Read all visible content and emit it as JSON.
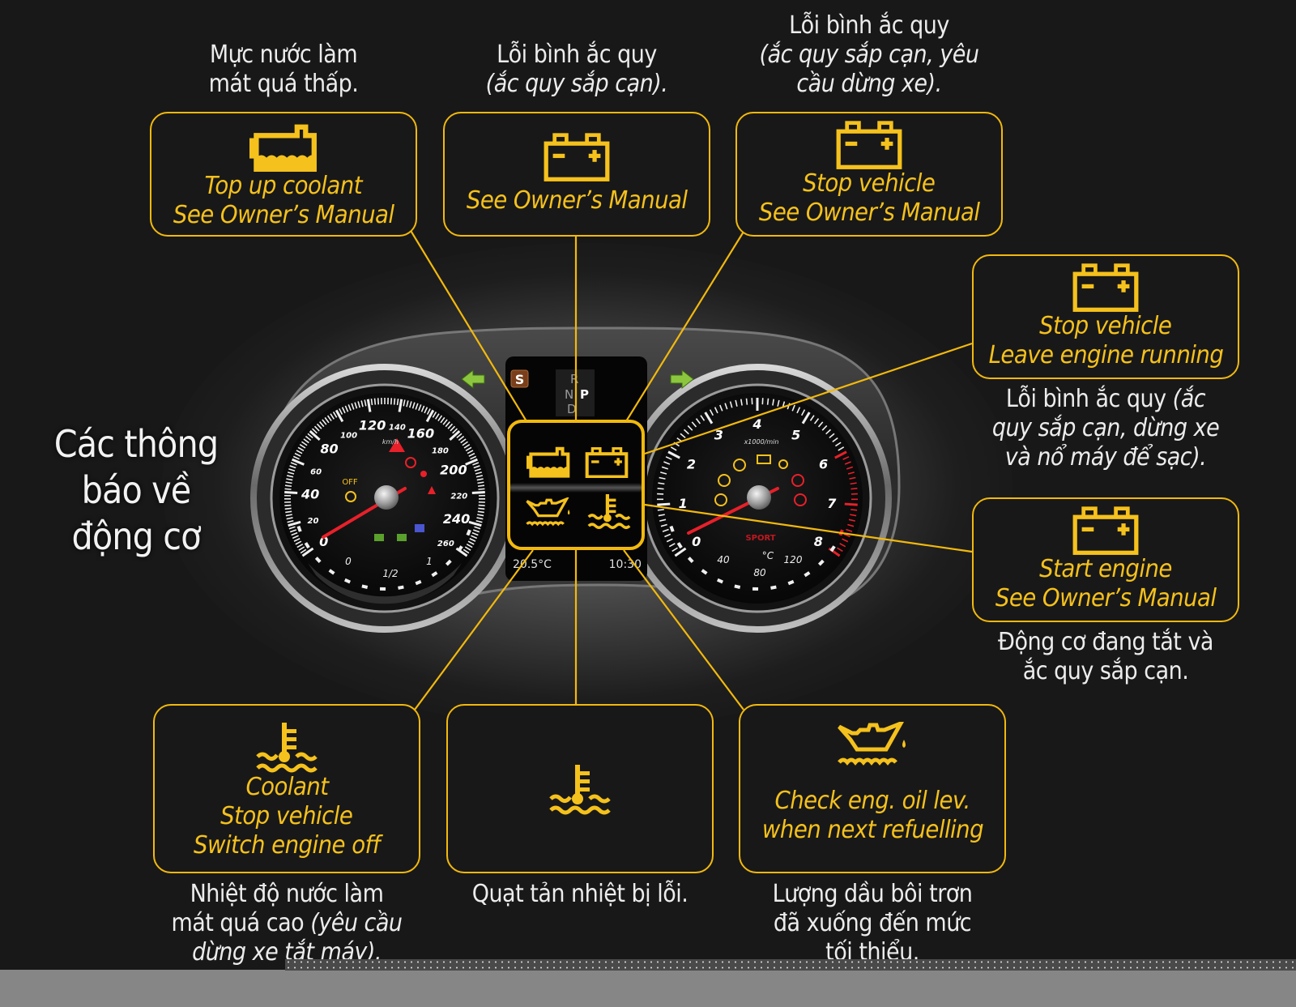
{
  "title": {
    "lines": [
      "Các thông",
      "báo về",
      "động cơ"
    ]
  },
  "colors": {
    "accent": "#f2b90d",
    "background": "#181818",
    "caption": "#ececec",
    "warning_red": "#e8202a",
    "indicator_green": "#8cc63f"
  },
  "callouts": [
    {
      "id": "top-up-coolant",
      "icon": "coolant-level-icon",
      "message": [
        "Top up coolant",
        "See Owner’s Manual"
      ],
      "caption": [
        {
          "text": "Mực nước làm",
          "italic": false
        },
        {
          "text": "mát quá thấp.",
          "italic": false
        }
      ]
    },
    {
      "id": "battery-see-manual",
      "icon": "battery-icon",
      "message": [
        "See Owner’s Manual"
      ],
      "caption": [
        {
          "text": "Lỗi bình ắc quy",
          "italic": false
        },
        {
          "text": "(ắc quy sắp cạn).",
          "italic": true
        }
      ]
    },
    {
      "id": "battery-stop-vehicle",
      "icon": "battery-icon",
      "message": [
        "Stop vehicle",
        "See Owner’s Manual"
      ],
      "caption": [
        {
          "text": "Lỗi bình ắc quy",
          "italic": false
        },
        {
          "text": "(ắc quy sắp cạn, yêu",
          "italic": true
        },
        {
          "text": "cầu dừng xe).",
          "italic": true
        }
      ]
    },
    {
      "id": "battery-leave-engine-running",
      "icon": "battery-icon",
      "message": [
        "Stop vehicle",
        "Leave engine running"
      ],
      "caption_parts": [
        {
          "regular": "Lỗi bình ắc quy ",
          "italic": "(ắc"
        },
        {
          "regular": "",
          "italic": "quy sắp cạn, dừng xe"
        },
        {
          "regular": "",
          "italic": "và nổ máy để sạc)."
        }
      ]
    },
    {
      "id": "battery-start-engine",
      "icon": "battery-icon",
      "message": [
        "Start engine",
        "See Owner’s Manual"
      ],
      "caption": [
        {
          "text": "Động cơ đang tắt và",
          "italic": false
        },
        {
          "text": "ắc quy sắp cạn.",
          "italic": false
        }
      ]
    },
    {
      "id": "coolant-switch-engine-off",
      "icon": "coolant-temperature-icon",
      "message": [
        "Coolant",
        "Stop vehicle",
        "Switch engine off"
      ],
      "caption_parts": [
        {
          "regular": "Nhiệt độ nước làm",
          "italic": ""
        },
        {
          "regular": "mát quá cao ",
          "italic": "(yêu cầu"
        },
        {
          "regular": "",
          "italic": "dừng xe tắt máy)."
        }
      ]
    },
    {
      "id": "radiator-fan-fault",
      "icon": "coolant-temperature-icon",
      "message": [],
      "caption": [
        {
          "text": "Quạt tản nhiệt bị lỗi.",
          "italic": false
        }
      ]
    },
    {
      "id": "check-engine-oil",
      "icon": "oil-can-icon",
      "message": [
        "Check eng. oil lev.",
        "when next refuelling"
      ],
      "caption": [
        {
          "text": "Lượng dầu bôi trơn",
          "italic": false
        },
        {
          "text": "đã xuống đến mức",
          "italic": false
        },
        {
          "text": "tối thiểu.",
          "italic": false
        }
      ]
    }
  ],
  "cluster": {
    "speedometer": {
      "unit": "km/h",
      "major_labels": [
        "0",
        "20",
        "40",
        "60",
        "80",
        "100",
        "120",
        "140",
        "160",
        "180",
        "200",
        "220",
        "240",
        "260"
      ],
      "fuel_labels": [
        "0",
        "1/2",
        "1"
      ],
      "warning_off_label": "OFF"
    },
    "tachometer": {
      "unit": "x1000/min",
      "major_labels": [
        "0",
        "1",
        "2",
        "3",
        "4",
        "5",
        "6",
        "7",
        "8"
      ],
      "mode": "SPORT",
      "temp_labels": [
        "40",
        "80",
        "120"
      ],
      "temp_unit": "°C"
    },
    "display": {
      "drive_program": "S",
      "gears": [
        "R",
        "N",
        "D"
      ],
      "selected_gear": "P",
      "outside_temp": "20.5°C",
      "clock": "10:30"
    }
  }
}
